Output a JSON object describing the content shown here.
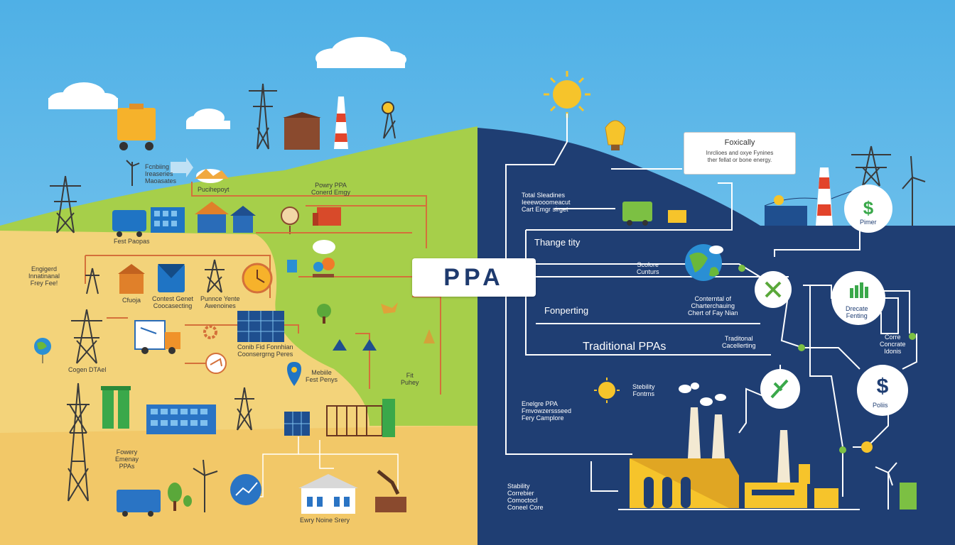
{
  "center": {
    "title": "PPA"
  },
  "callout": {
    "title": "Foxically",
    "body": "Inrclioes and oxye Fynines\nther fellat or bone energy."
  },
  "left_labels": {
    "top_left_note": "Fcnbiing\nIreaseries\nMaoasates",
    "hut_note": "Pucihepoyt",
    "power_ppa": "Powry PPA\nConerd Emgy",
    "fuel_pumps": "Fest Paopas",
    "engaged": "Engigerd\nInnatinanal\nFrey Fee!",
    "clock_box": "Cfuoja",
    "contract": "Contest Genet\nCoocasecting",
    "network": "Punnce Yente\nAwenoines",
    "solar_note": "Conib Fid Fonnhian\nCoonsergrng Peres",
    "cogen": "Cogen DTAel",
    "mobile": "Mebiile\nFest Penys",
    "fit": "Fit\nPuhey",
    "powery": "Fowery\nEmenay\nPPAs",
    "bottom_house": "Ewry Noine Srery"
  },
  "right_labels": {
    "total": "Total Sleadines\nIeeewooomeacut\nCart Emgr sirget",
    "change": "Thange tity",
    "sconlare": "Scolore\nCunturs",
    "contential": "Conterntal of\nCharterchauing\nChert of Fay Nian",
    "fonpert": "Fonperting",
    "traditional": "Traditional PPAs",
    "trad_small": "Traditonal\nCacellerting",
    "power_node": "Pimer",
    "drecate": "Drecate\nFenting",
    "corre": "Corre\nConcrate\nIdonis",
    "stability": "Stebility\nFontrns",
    "energy_ppa": "Enelgre PPA\nFmvowzerssseed\nFery Camplore",
    "polis": "Poliis",
    "stability_bottom": "Stability\nCorrebier\nComoctocl\nConeel Core"
  },
  "colors": {
    "sky": "#5fb8e8",
    "left_green": "#a6cf4a",
    "left_yellow": "#f3d37a",
    "right_navy": "#1f3e73",
    "accent_orange": "#e07a2b",
    "accent_green": "#7cc043",
    "accent_yellow": "#f6c42b"
  }
}
